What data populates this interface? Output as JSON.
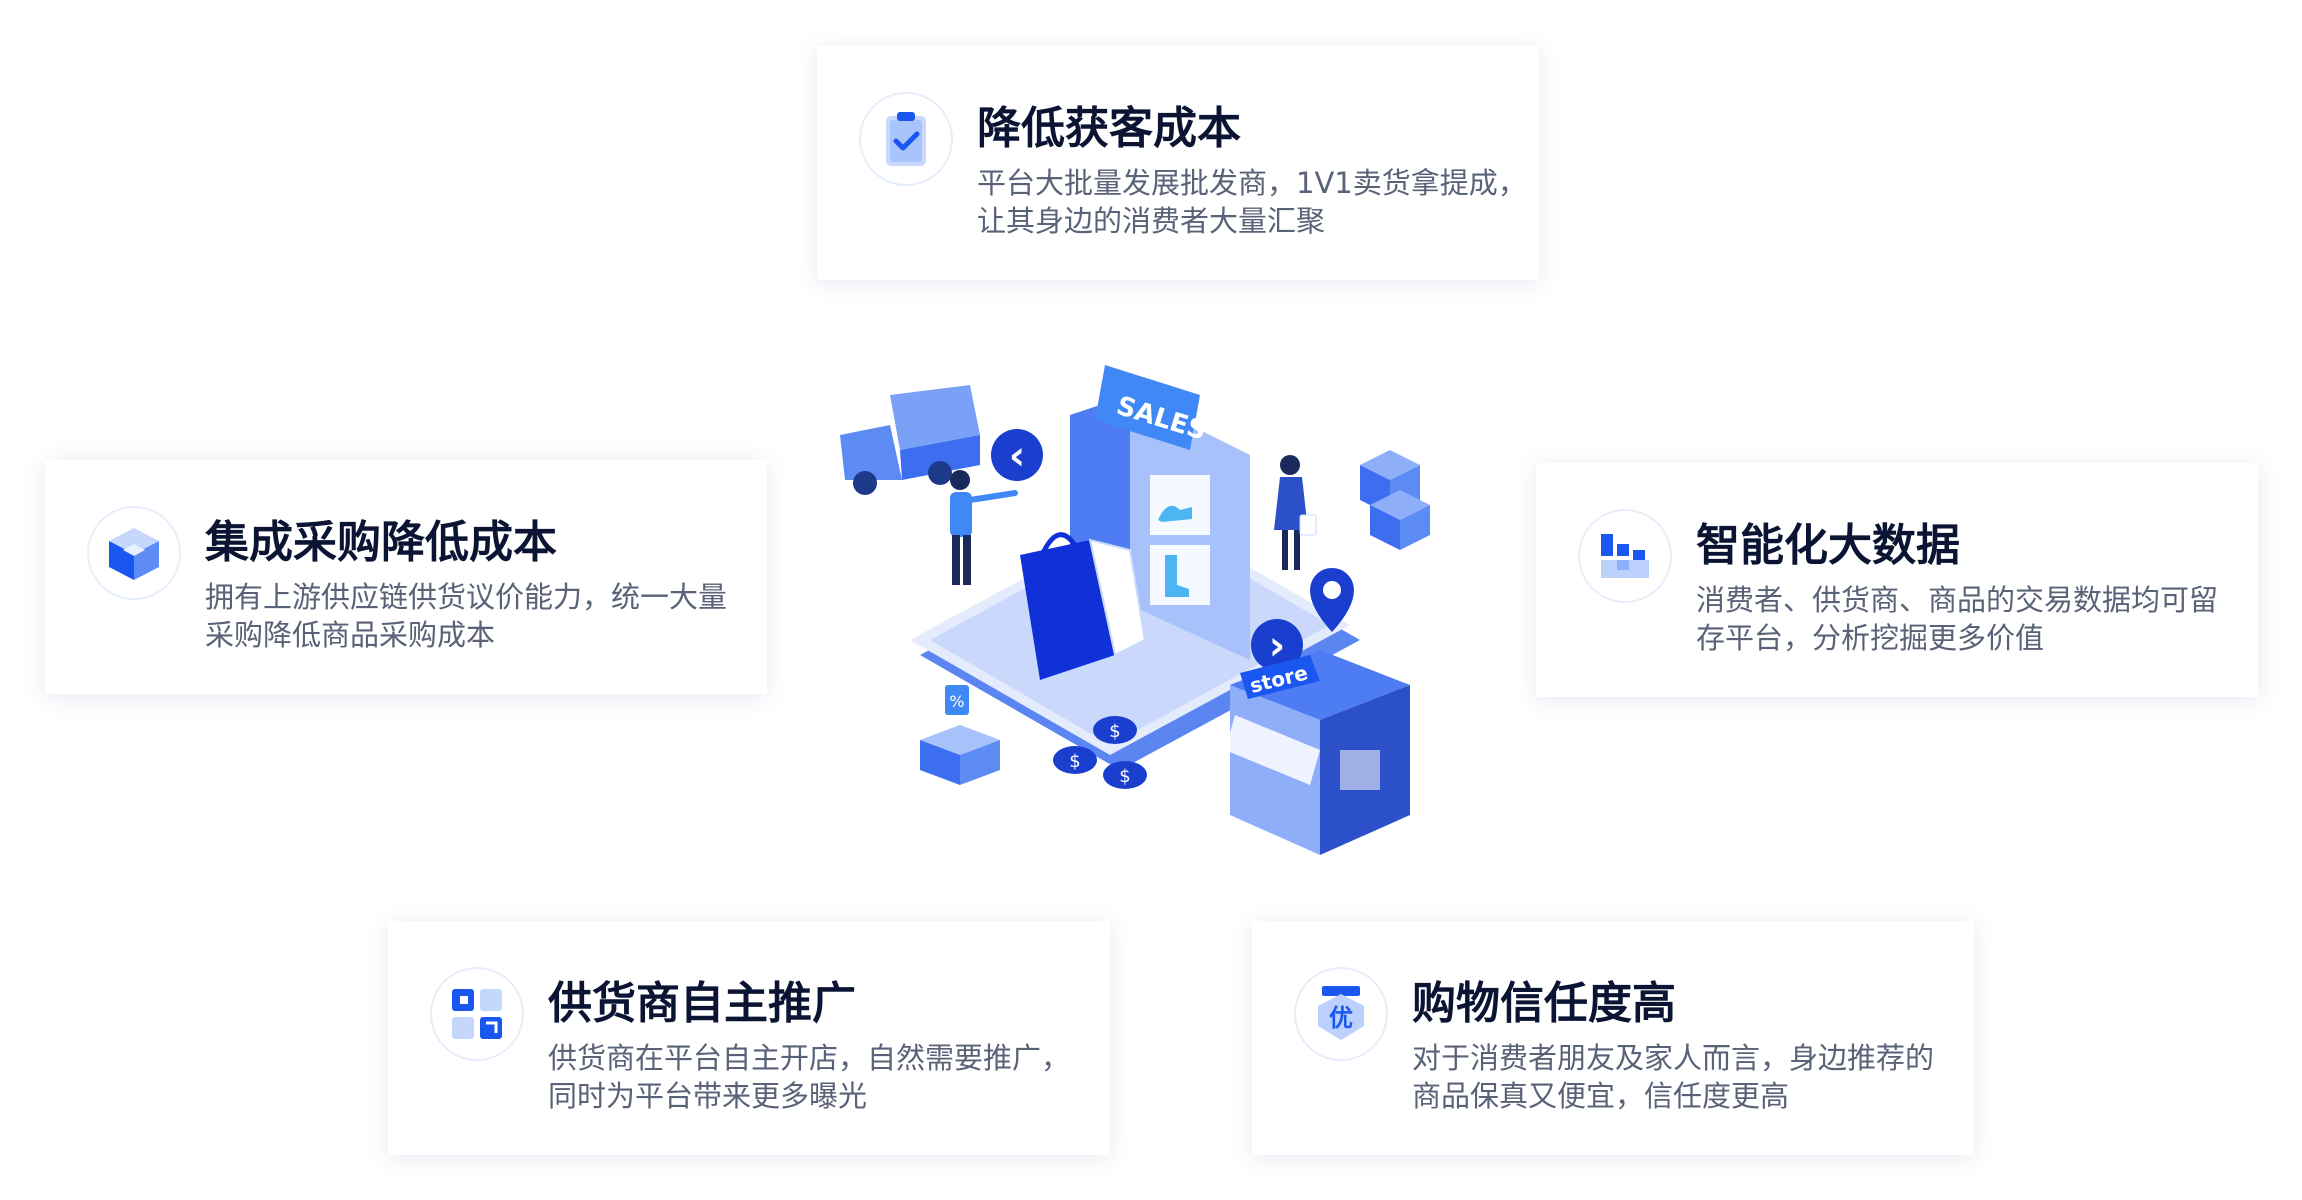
{
  "cards": {
    "top": {
      "title": "降低获客成本",
      "desc_lines": [
        "平台大批量发展批发商，1V1卖货拿提成，",
        "让其身边的消费者大量汇聚"
      ]
    },
    "left": {
      "title": "集成采购降低成本",
      "desc_lines": [
        "拥有上游供应链供货议价能力，统一大量",
        "采购降低商品采购成本"
      ]
    },
    "right": {
      "title": "智能化大数据",
      "desc_lines": [
        "消费者、供货商、商品的交易数据均可留",
        "存平台，分析挖掘更多价值"
      ]
    },
    "bottom_left": {
      "title": "供货商自主推广",
      "desc_lines": [
        "供货商在平台自主开店，自然需要推广，",
        "同时为平台带来更多曝光"
      ]
    },
    "bottom_right": {
      "title": "购物信任度高",
      "desc_lines": [
        "对于消费者朋友及家人而言，身边推荐的",
        "商品保真又便宜，信任度更高"
      ]
    }
  },
  "illustration": {
    "sales_tag": "SALES",
    "store_sign": "store",
    "percent_tag": "%",
    "coin_symbol": "$",
    "badge_text": "优",
    "chevron_left": "‹",
    "chevron_right": "›"
  },
  "colors": {
    "accent": "#1a56f0",
    "light_blue": "#a7c1fb",
    "title": "#0b1533",
    "text": "#5a6278"
  }
}
